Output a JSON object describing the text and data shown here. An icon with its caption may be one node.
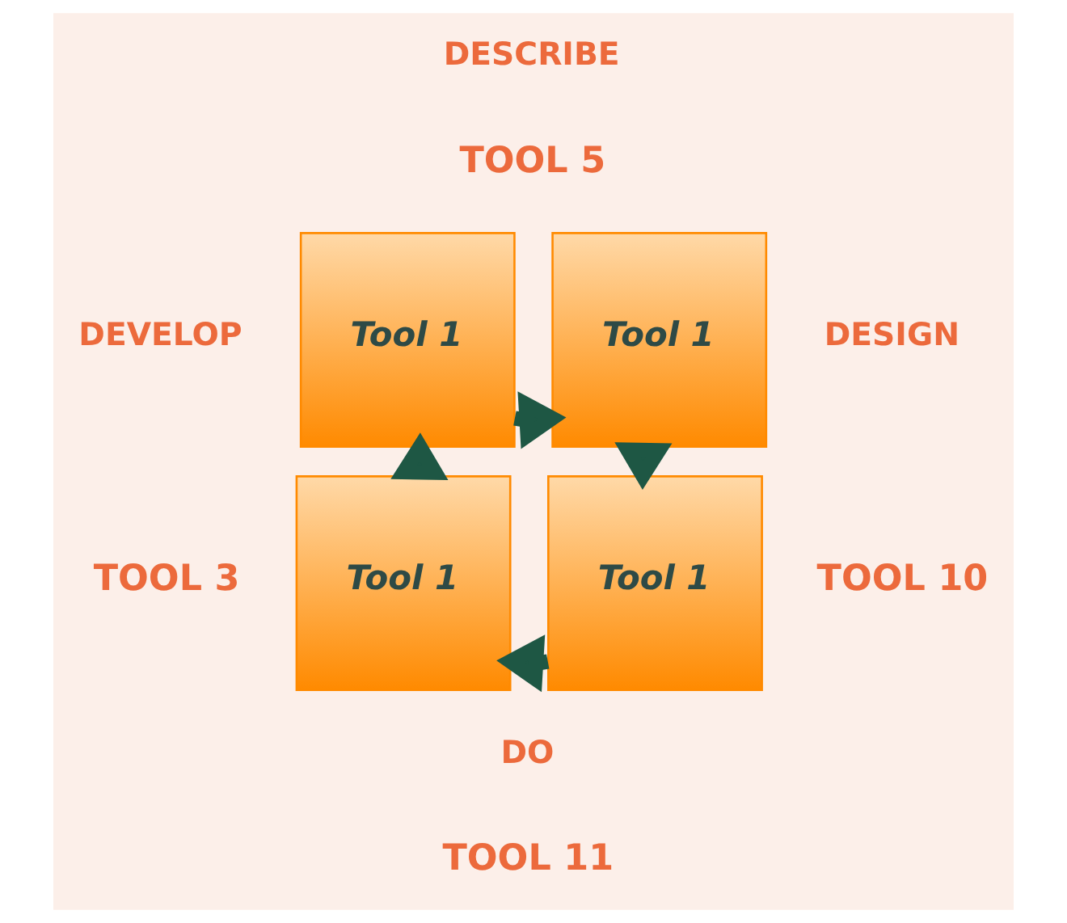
{
  "diagram": {
    "nodes": [
      {
        "text": [
          "Tool 1"
        ]
      },
      {
        "text": [
          "Tool 1"
        ]
      },
      {
        "text": [
          "Tool 1"
        ]
      },
      {
        "text": [
          "Tool 1"
        ]
      }
    ],
    "edges": [
      {
        "from": 0,
        "to": 1,
        "arrow": "to"
      },
      {
        "from": 1,
        "to": 3,
        "arrow": "to"
      },
      {
        "from": 3,
        "to": 2,
        "arrow": "to"
      },
      {
        "from": 2,
        "to": 0,
        "arrow": "to"
      }
    ],
    "labels": [
      "DESCRIBE",
      "TOOL 5",
      "DEVELOP",
      "TOOL 3",
      "DESIGN",
      "TOOL 10",
      "DO",
      "TOOL 11"
    ]
  }
}
